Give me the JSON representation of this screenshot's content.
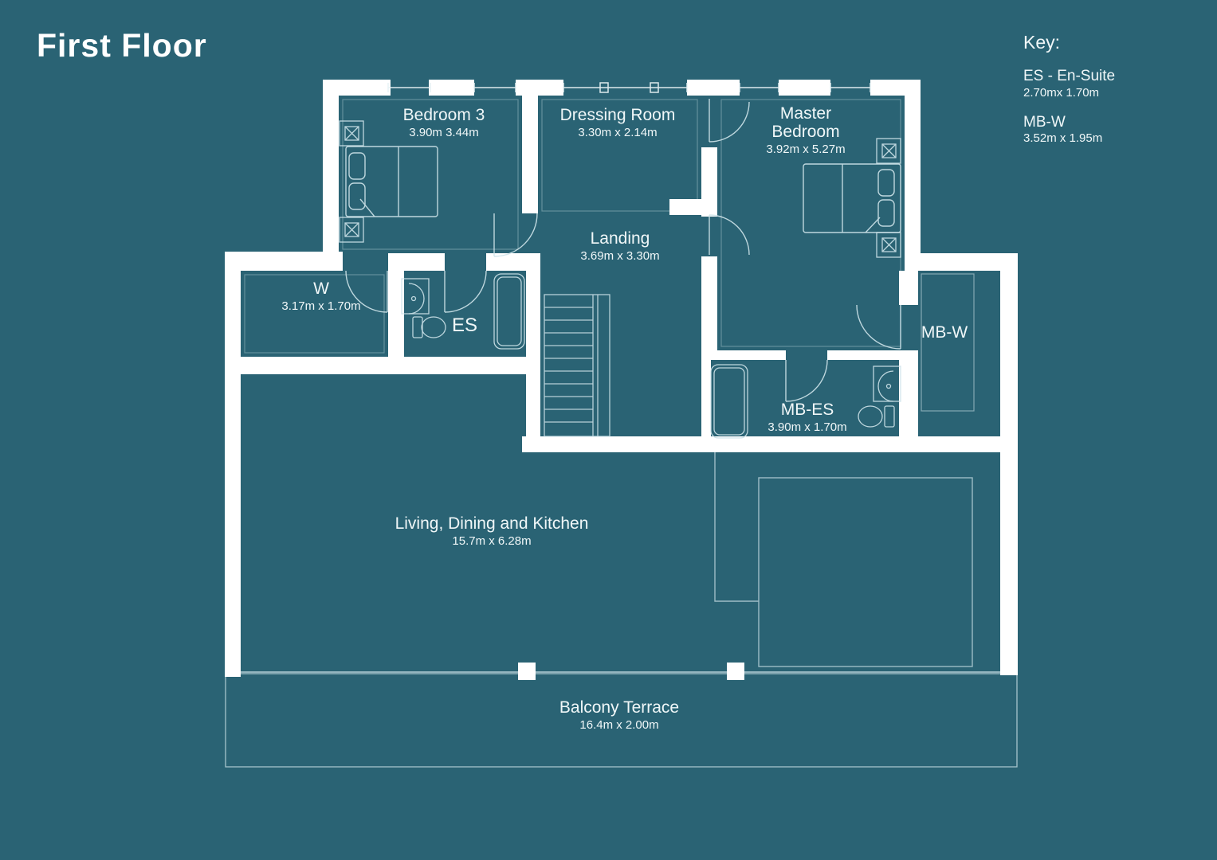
{
  "title": "First Floor",
  "key": {
    "heading": "Key:",
    "items": [
      {
        "label": "ES - En-Suite",
        "dims": "2.70mx 1.70m"
      },
      {
        "label": "MB-W",
        "dims": "3.52m x 1.95m"
      }
    ]
  },
  "rooms": {
    "bedroom3": {
      "name": "Bedroom 3",
      "dims": "3.90m 3.44m"
    },
    "dressing": {
      "name": "Dressing Room",
      "dims": "3.30m x 2.14m"
    },
    "master": {
      "name": "Master Bedroom",
      "dims": "3.92m x 5.27m"
    },
    "landing": {
      "name": "Landing",
      "dims": "3.69m x 3.30m"
    },
    "wardrobe": {
      "name": "W",
      "dims": "3.17m x 1.70m"
    },
    "ensuite": {
      "name": "ES"
    },
    "master_wardrobe": {
      "name": "MB-W"
    },
    "master_ensuite": {
      "name": "MB-ES",
      "dims": "3.90m x 1.70m"
    },
    "living": {
      "name": "Living, Dining and Kitchen",
      "dims": "15.7m x 6.28m"
    },
    "balcony": {
      "name": "Balcony Terrace",
      "dims": "16.4m x 2.00m"
    }
  },
  "colors": {
    "background": "#2a6374",
    "wall": "#ffffff",
    "line": "#cfe4ea"
  }
}
